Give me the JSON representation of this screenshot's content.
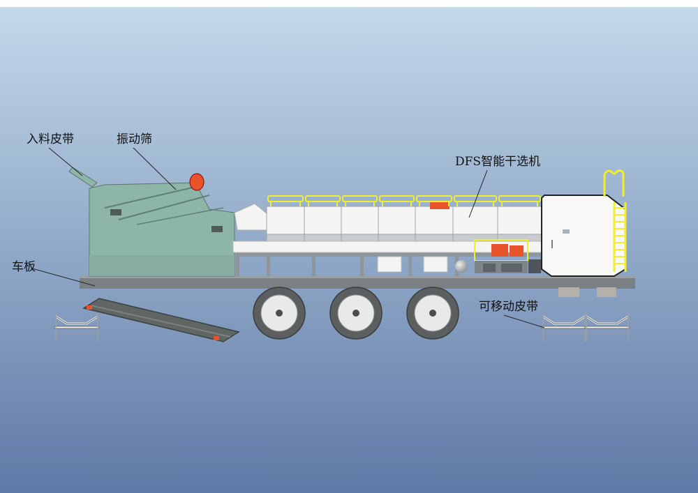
{
  "colors": {
    "sky_top": "#c4d9ea",
    "sky_bottom": "#5e79a6",
    "screen_body": "#8db5a8",
    "chassis": "#7a8084",
    "dryer_panel": "#f4f4f2",
    "rail": "#f1ee2c",
    "motor": "#e8532c",
    "tire": "#5b5f60",
    "belt": "#5f6663"
  },
  "labels": {
    "feed_belt": "入料皮带",
    "vibrating_screen": "振动筛",
    "dfs_separator": "DFS智能干选机",
    "chassis_plate": "车板",
    "mobile_belt": "可移动皮带"
  }
}
